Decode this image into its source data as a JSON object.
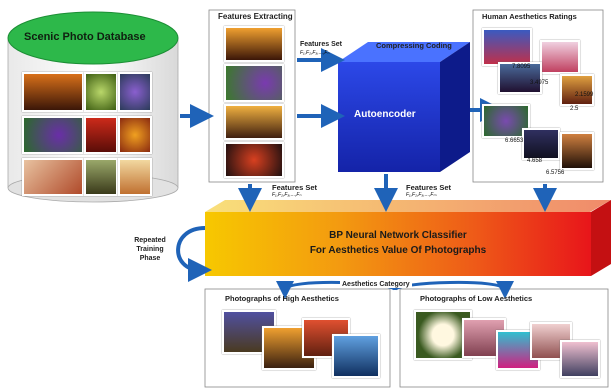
{
  "database": {
    "title": "Scenic Photo Database"
  },
  "features_extracting": {
    "title": "Features Extracting"
  },
  "features_set_top": {
    "title": "Features Set",
    "formula": "F₁,F₂,F₃,...,Fₙ"
  },
  "compressing": {
    "title": "Compressing Coding"
  },
  "autoencoder": {
    "title": "Autoencoder"
  },
  "ratings": {
    "title": "Human Aesthetics Ratings",
    "values": [
      "7.8095",
      "3.4975",
      "2.1599",
      "2.5",
      "6.6653",
      "4.658",
      "6.5756"
    ]
  },
  "features_set_left": {
    "title": "Features Set",
    "formula": "F₁,F₂,F₃,...,Fₙ"
  },
  "features_set_right": {
    "title": "Features Set",
    "formula": "F₁,F₂,F₃,...,Fₘ"
  },
  "classifier": {
    "line1": "BP Neural Network Classifier",
    "line2": "For Aesthetics Value Of Photographs"
  },
  "training": {
    "line1": "Repeated",
    "line2": "Training",
    "line3": "Phase"
  },
  "category": {
    "title": "Aesthetics Category"
  },
  "high": {
    "title": "Photographs of High Aesthetics"
  },
  "low": {
    "title": "Photographs of Low Aesthetics"
  },
  "colors": {
    "arrow": "#1f63b8",
    "cube": "#1d3fd0",
    "cylinder_top": "#2db84a"
  },
  "icons": [
    "arrow-right-icon",
    "arrow-down-icon",
    "loop-arrow-icon"
  ]
}
